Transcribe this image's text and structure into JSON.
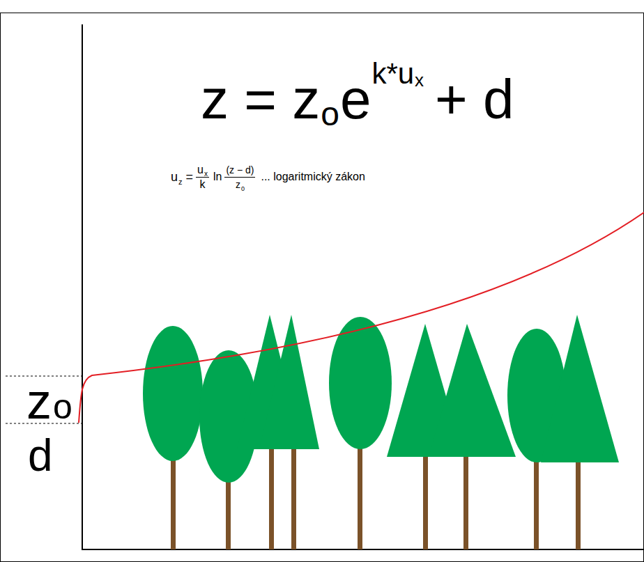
{
  "diagram": {
    "labels": [
      "z = z",
      "o",
      "e",
      "k*u",
      "x",
      "+ d",
      "u",
      "z",
      "=",
      "u",
      "x",
      "k",
      "ln",
      "(z − d)",
      "z",
      "0",
      "... logaritmický zákon",
      "z",
      "o",
      "d"
    ]
  }
}
